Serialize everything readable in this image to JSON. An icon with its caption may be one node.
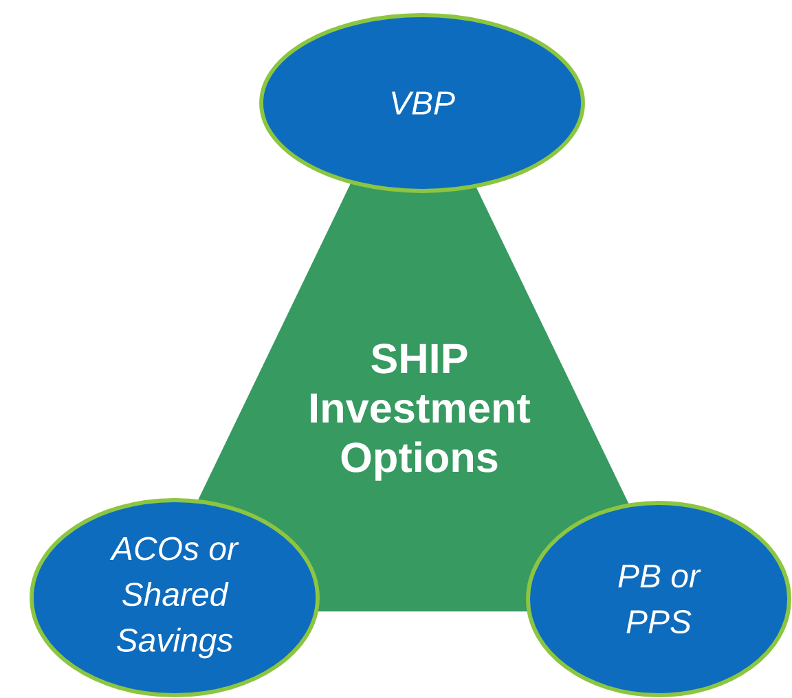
{
  "diagram": {
    "nodes": [
      {
        "text": [
          "SHIP Investment Options"
        ]
      },
      {
        "text": [
          "VBP"
        ]
      },
      {
        "text": [
          "ACOs or Shared Savings"
        ]
      },
      {
        "text": [
          "PB or PPS"
        ]
      }
    ]
  }
}
